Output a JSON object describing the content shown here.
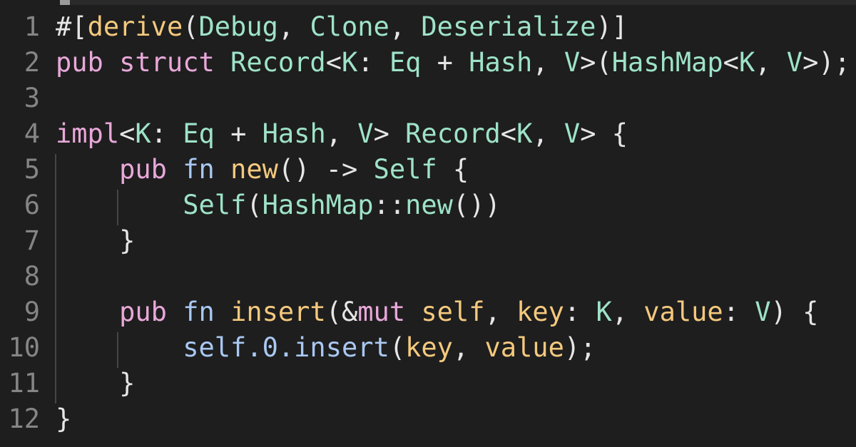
{
  "editor": {
    "colors": {
      "background": "#1e1e1e",
      "line_number": "#858585",
      "keyword": "#e8a8d9",
      "function": "#a9c8f2",
      "type": "#9ee3c8",
      "punctuation": "#e6e6e6",
      "indent_guide": "#454545"
    },
    "lines": [
      {
        "number": "1",
        "tokens": [
          {
            "text": "#[",
            "class": "at"
          },
          {
            "text": "derive",
            "class": "ak"
          },
          {
            "text": "(",
            "class": "pt"
          },
          {
            "text": "Debug",
            "class": "ty"
          },
          {
            "text": ", ",
            "class": "pt"
          },
          {
            "text": "Clone",
            "class": "ty"
          },
          {
            "text": ", ",
            "class": "pt"
          },
          {
            "text": "Deserialize",
            "class": "ty"
          },
          {
            "text": ")]",
            "class": "pt"
          }
        ]
      },
      {
        "number": "2",
        "tokens": [
          {
            "text": "pub",
            "class": "kw"
          },
          {
            "text": " ",
            "class": "pt"
          },
          {
            "text": "struct",
            "class": "kw"
          },
          {
            "text": " ",
            "class": "pt"
          },
          {
            "text": "Record",
            "class": "ty"
          },
          {
            "text": "<",
            "class": "pt"
          },
          {
            "text": "K",
            "class": "ty"
          },
          {
            "text": ": ",
            "class": "pt"
          },
          {
            "text": "Eq",
            "class": "ty"
          },
          {
            "text": " + ",
            "class": "pt"
          },
          {
            "text": "Hash",
            "class": "ty"
          },
          {
            "text": ", ",
            "class": "pt"
          },
          {
            "text": "V",
            "class": "ty"
          },
          {
            "text": ">(",
            "class": "pt"
          },
          {
            "text": "HashMap",
            "class": "ty"
          },
          {
            "text": "<",
            "class": "pt"
          },
          {
            "text": "K",
            "class": "ty"
          },
          {
            "text": ", ",
            "class": "pt"
          },
          {
            "text": "V",
            "class": "ty"
          },
          {
            "text": ">);",
            "class": "pt"
          }
        ]
      },
      {
        "number": "3",
        "tokens": []
      },
      {
        "number": "4",
        "tokens": [
          {
            "text": "impl",
            "class": "kw"
          },
          {
            "text": "<",
            "class": "pt"
          },
          {
            "text": "K",
            "class": "ty"
          },
          {
            "text": ": ",
            "class": "pt"
          },
          {
            "text": "Eq",
            "class": "ty"
          },
          {
            "text": " + ",
            "class": "pt"
          },
          {
            "text": "Hash",
            "class": "ty"
          },
          {
            "text": ", ",
            "class": "pt"
          },
          {
            "text": "V",
            "class": "ty"
          },
          {
            "text": "> ",
            "class": "pt"
          },
          {
            "text": "Record",
            "class": "ty"
          },
          {
            "text": "<",
            "class": "pt"
          },
          {
            "text": "K",
            "class": "ty"
          },
          {
            "text": ", ",
            "class": "pt"
          },
          {
            "text": "V",
            "class": "ty"
          },
          {
            "text": "> {",
            "class": "pt"
          }
        ]
      },
      {
        "number": "5",
        "tokens": [
          {
            "text": "    ",
            "class": "pt"
          },
          {
            "text": "pub",
            "class": "kw"
          },
          {
            "text": " ",
            "class": "pt"
          },
          {
            "text": "fn",
            "class": "fn"
          },
          {
            "text": " ",
            "class": "pt"
          },
          {
            "text": "new",
            "class": "ak"
          },
          {
            "text": "() -> ",
            "class": "pt"
          },
          {
            "text": "Self",
            "class": "ty"
          },
          {
            "text": " {",
            "class": "pt"
          }
        ]
      },
      {
        "number": "6",
        "tokens": [
          {
            "text": "        ",
            "class": "pt"
          },
          {
            "text": "Self",
            "class": "ty"
          },
          {
            "text": "(",
            "class": "pt"
          },
          {
            "text": "HashMap",
            "class": "ty"
          },
          {
            "text": "::",
            "class": "pt"
          },
          {
            "text": "new",
            "class": "ty"
          },
          {
            "text": "())",
            "class": "pt"
          }
        ]
      },
      {
        "number": "7",
        "tokens": [
          {
            "text": "    }",
            "class": "pt"
          }
        ]
      },
      {
        "number": "8",
        "tokens": []
      },
      {
        "number": "9",
        "tokens": [
          {
            "text": "    ",
            "class": "pt"
          },
          {
            "text": "pub",
            "class": "kw"
          },
          {
            "text": " ",
            "class": "pt"
          },
          {
            "text": "fn",
            "class": "fn"
          },
          {
            "text": " ",
            "class": "pt"
          },
          {
            "text": "insert",
            "class": "ak"
          },
          {
            "text": "(&",
            "class": "pt"
          },
          {
            "text": "mut",
            "class": "kw"
          },
          {
            "text": " ",
            "class": "pt"
          },
          {
            "text": "self",
            "class": "ak"
          },
          {
            "text": ", ",
            "class": "pt"
          },
          {
            "text": "key",
            "class": "ak"
          },
          {
            "text": ": ",
            "class": "pt"
          },
          {
            "text": "K",
            "class": "ty"
          },
          {
            "text": ", ",
            "class": "pt"
          },
          {
            "text": "value",
            "class": "ak"
          },
          {
            "text": ": ",
            "class": "pt"
          },
          {
            "text": "V",
            "class": "ty"
          },
          {
            "text": ") {",
            "class": "pt"
          }
        ]
      },
      {
        "number": "10",
        "tokens": [
          {
            "text": "        ",
            "class": "pt"
          },
          {
            "text": "self",
            "class": "sl"
          },
          {
            "text": ".0.",
            "class": "sl"
          },
          {
            "text": "insert",
            "class": "sl"
          },
          {
            "text": "(",
            "class": "pt"
          },
          {
            "text": "key",
            "class": "ak"
          },
          {
            "text": ", ",
            "class": "pt"
          },
          {
            "text": "value",
            "class": "ak"
          },
          {
            "text": ");",
            "class": "pt"
          }
        ]
      },
      {
        "number": "11",
        "tokens": [
          {
            "text": "    }",
            "class": "pt"
          }
        ]
      },
      {
        "number": "12",
        "tokens": [
          {
            "text": "}",
            "class": "pt"
          }
        ]
      }
    ]
  }
}
